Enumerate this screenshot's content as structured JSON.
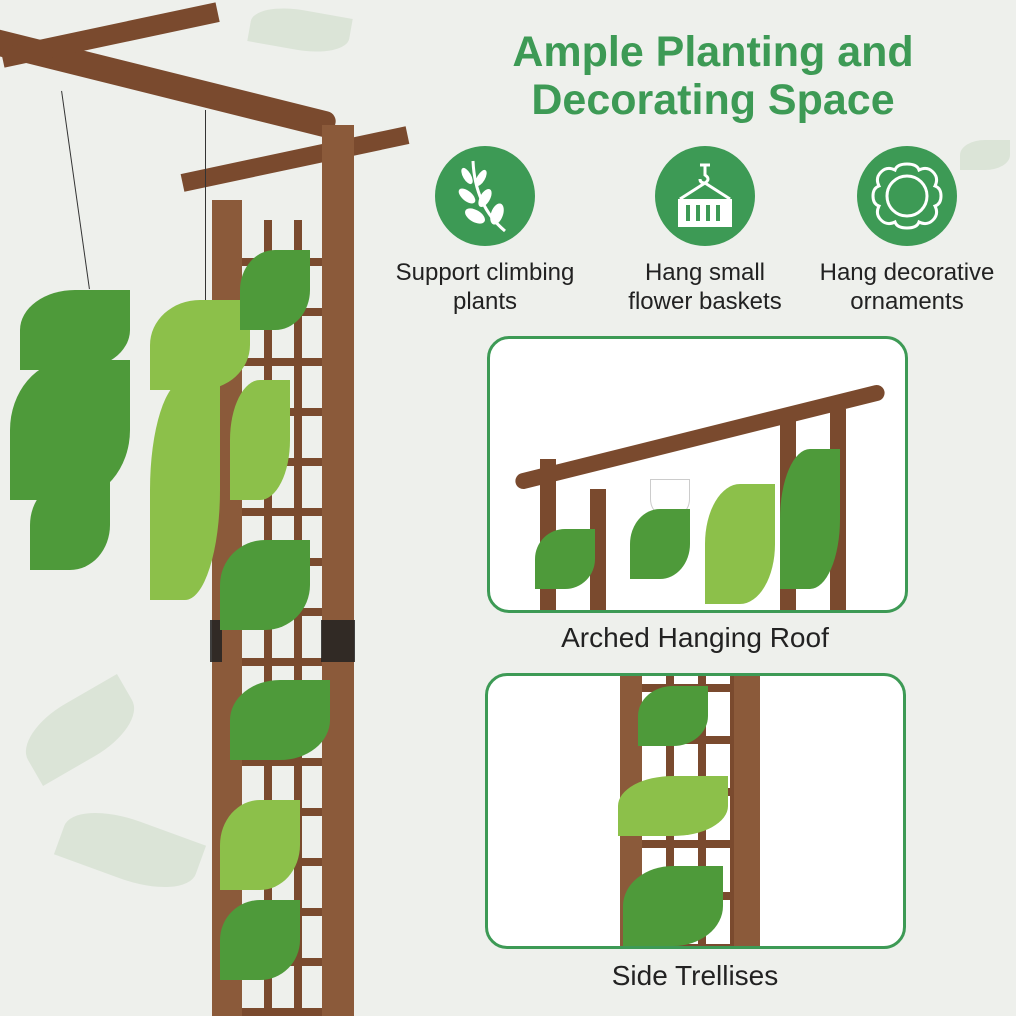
{
  "heading": {
    "line1": "Ample Planting and",
    "line2": "Decorating Space"
  },
  "features": [
    {
      "icon": "leaf-branch-icon",
      "line1": "Support climbing",
      "line2": "plants"
    },
    {
      "icon": "hanging-basket-icon",
      "line1": "Hang small",
      "line2": "flower baskets"
    },
    {
      "icon": "flower-ornament-icon",
      "line1": "Hang decorative",
      "line2": "ornaments"
    }
  ],
  "panels": [
    {
      "caption": "Arched Hanging Roof"
    },
    {
      "caption": "Side Trellises"
    }
  ],
  "colors": {
    "accent": "#3d9a55",
    "wood": "#7a4a2e"
  }
}
